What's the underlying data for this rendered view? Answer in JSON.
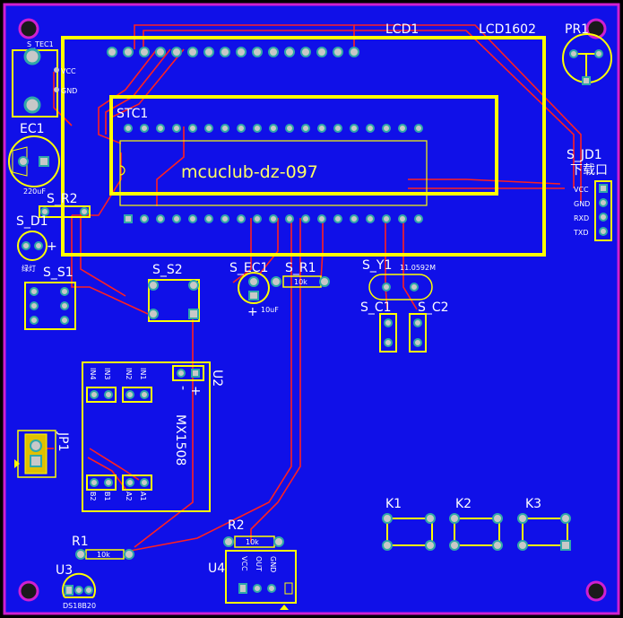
{
  "board": {
    "colors": {
      "background": "#1010e8",
      "border": "#d020d0",
      "silkscreen": "#ffff00",
      "trace": "#ff2020",
      "pad": "#c8c8c8",
      "via": "#30a8a8",
      "text": "#ffffff"
    }
  },
  "labels": {
    "lcd1": "LCD1",
    "lcd1602": "LCD1602",
    "pr1": "PR1",
    "stc1": "STC1",
    "chip_text": "mcuclub-dz-097",
    "s_tec1": "S_TEC1",
    "vcc_small": "VCC",
    "gnd_small": "GND",
    "ec1": "EC1",
    "cap_220": "220uF",
    "s_r2": "S_R2",
    "s_d1": "S_D1",
    "d1_label": "绿灯",
    "s_s1": "S_S1",
    "s_s2": "S_S2",
    "s_ec1": "S_EC1",
    "cap_10": "10uF",
    "s_r1": "S_R1",
    "r1_val": "10k",
    "s_y1": "S_Y1",
    "y1_val": "11.0592M",
    "s_c1": "S_C1",
    "s_c2": "S_C2",
    "s_jd1": "S_JD1",
    "jd1_sub": "下载口",
    "jd1_pins": [
      "VCC",
      "GND",
      "RXD",
      "TXD"
    ],
    "u2": "U2",
    "u2_part": "MX1508",
    "in_top": [
      "IN4",
      "IN3",
      "IN2",
      "IN1"
    ],
    "out_bottom": [
      "B2",
      "B1",
      "A2",
      "A1"
    ],
    "minus": "-",
    "plus": "+",
    "jp1": "JP1",
    "r1": "R1",
    "r1_small": "10k",
    "u3": "U3",
    "u3_part": "DS18B20",
    "r2": "R2",
    "r2_val": "10k",
    "u4": "U4",
    "u4_pins": [
      "VCC",
      "OUT",
      "GND"
    ],
    "k1": "K1",
    "k2": "K2",
    "k3": "K3"
  }
}
